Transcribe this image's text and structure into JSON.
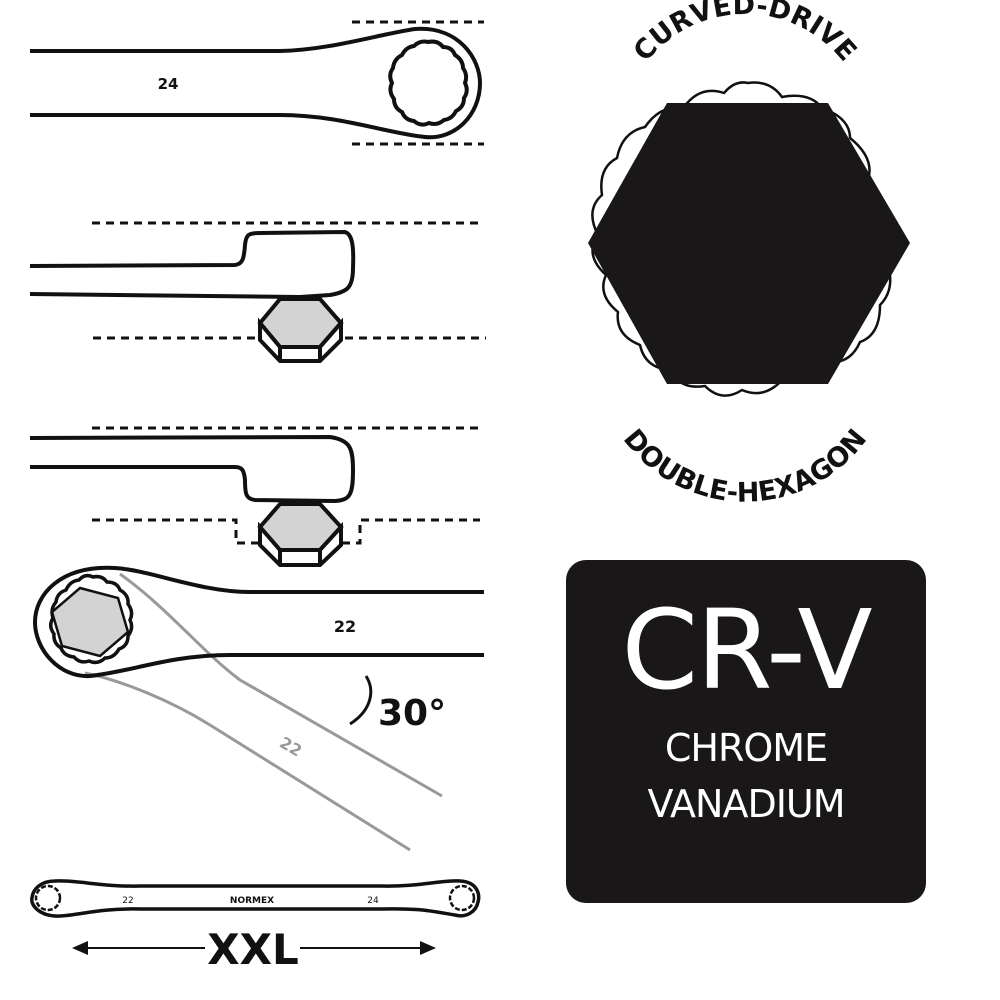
{
  "diagram": {
    "colors": {
      "ink": "#111111",
      "nut_fill": "#d3d3d3",
      "ghost_wrench": "#999999",
      "badge_bg": "#1a1718",
      "badge_text": "#ffffff"
    },
    "wrench_top": {
      "size_label": "24"
    },
    "offset_views": [
      {
        "name": "standard-offset"
      },
      {
        "name": "recessed-offset"
      }
    ],
    "angle_wrench": {
      "size_label": "22",
      "ghost_size_label": "22",
      "angle_label": "30°"
    },
    "double_wrench": {
      "left_size": "22",
      "brand": "NORMEX",
      "right_size": "24",
      "length_label": "XXL"
    },
    "drive_badge": {
      "top_text": "CURVED-DRIVE",
      "bottom_text": "DOUBLE-HEXAGON"
    },
    "material_badge": {
      "title": "CR-V",
      "line1": "CHROME",
      "line2": "VANADIUM"
    }
  }
}
